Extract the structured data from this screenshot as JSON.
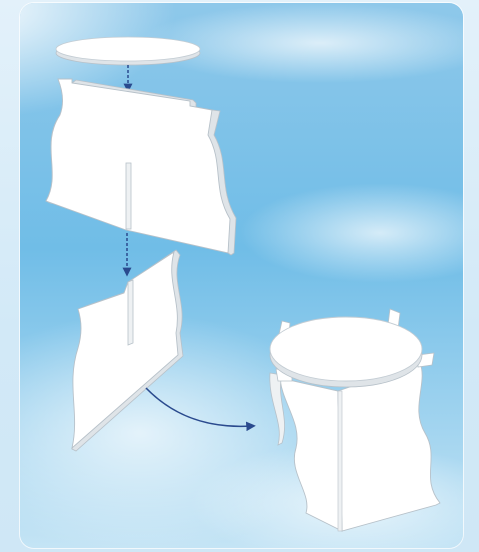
{
  "diagram": {
    "colors": {
      "sky_top": "#8ec8ea",
      "sky_mid": "#6ebce6",
      "sky_bottom": "#c8e6f6",
      "board_face": "#ffffff",
      "board_edge": "#dfe4e8",
      "board_outline": "#b7c1c9",
      "arrow": "#2a4a8e"
    },
    "parts": [
      "round-tabletop",
      "upper-wavy-panel",
      "lower-wavy-panel",
      "assembled-stand"
    ],
    "steps": [
      "place-tabletop-onto-upper-panel",
      "slot-upper-panel-into-lower-panel",
      "result-assembled-stand"
    ]
  }
}
